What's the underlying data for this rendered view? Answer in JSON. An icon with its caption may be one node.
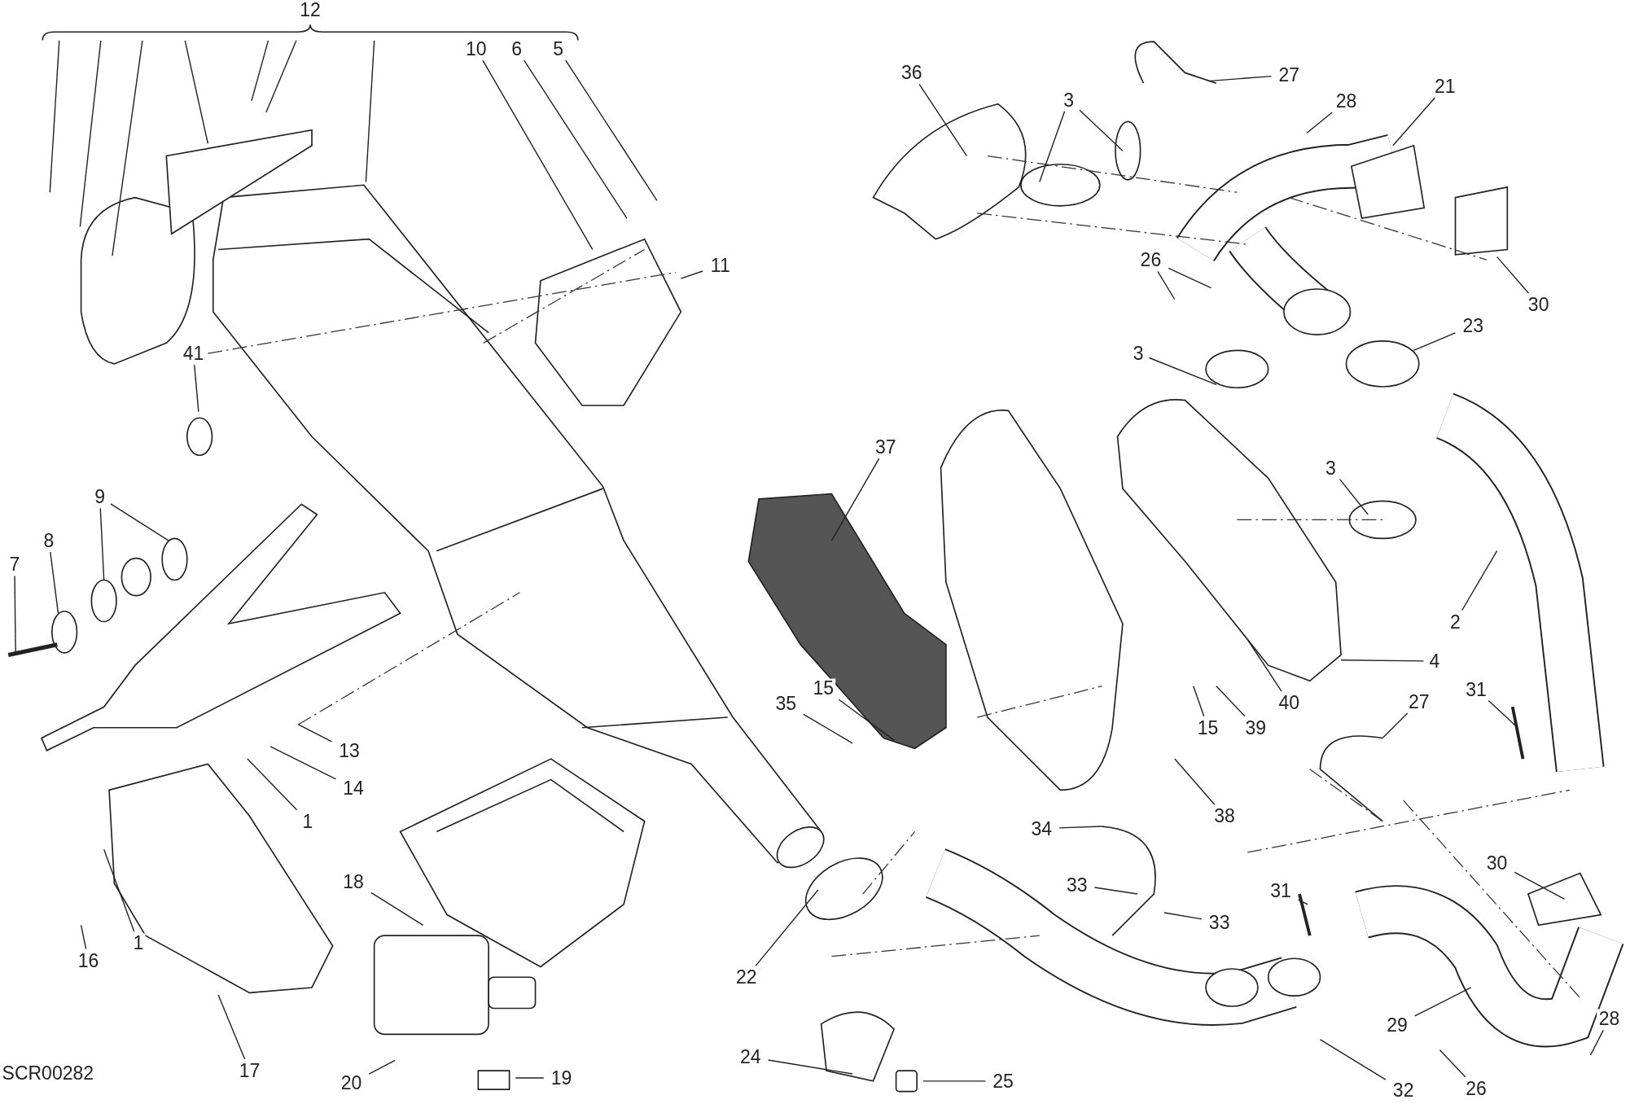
{
  "diagram": {
    "nodes": [
      {
        "text": [
          "12"
        ]
      },
      {
        "text": [
          "10"
        ]
      },
      {
        "text": [
          "6"
        ]
      },
      {
        "text": [
          "5"
        ]
      },
      {
        "text": [
          "11"
        ]
      },
      {
        "text": [
          "41"
        ]
      },
      {
        "text": [
          "9"
        ]
      },
      {
        "text": [
          "8"
        ]
      },
      {
        "text": [
          "7"
        ]
      },
      {
        "text": [
          "13"
        ]
      },
      {
        "text": [
          "14"
        ]
      },
      {
        "text": [
          "1"
        ]
      },
      {
        "text": [
          "1"
        ]
      },
      {
        "text": [
          "16"
        ]
      },
      {
        "text": [
          "17"
        ]
      },
      {
        "text": [
          "18"
        ]
      },
      {
        "text": [
          "20"
        ]
      },
      {
        "text": [
          "19"
        ]
      },
      {
        "text": [
          "22"
        ]
      },
      {
        "text": [
          "24"
        ]
      },
      {
        "text": [
          "25"
        ]
      },
      {
        "text": [
          "36"
        ]
      },
      {
        "text": [
          "3"
        ]
      },
      {
        "text": [
          "27"
        ]
      },
      {
        "text": [
          "28"
        ]
      },
      {
        "text": [
          "21"
        ]
      },
      {
        "text": [
          "30"
        ]
      },
      {
        "text": [
          "26"
        ]
      },
      {
        "text": [
          "23"
        ]
      },
      {
        "text": [
          "3"
        ]
      },
      {
        "text": [
          "3"
        ]
      },
      {
        "text": [
          "2"
        ]
      },
      {
        "text": [
          "4"
        ]
      },
      {
        "text": [
          "37"
        ]
      },
      {
        "text": [
          "15"
        ]
      },
      {
        "text": [
          "35"
        ]
      },
      {
        "text": [
          "15"
        ]
      },
      {
        "text": [
          "39"
        ]
      },
      {
        "text": [
          "40"
        ]
      },
      {
        "text": [
          "38"
        ]
      },
      {
        "text": [
          "27"
        ]
      },
      {
        "text": [
          "31"
        ]
      },
      {
        "text": [
          "34"
        ]
      },
      {
        "text": [
          "33"
        ]
      },
      {
        "text": [
          "33"
        ]
      },
      {
        "text": [
          "31"
        ]
      },
      {
        "text": [
          "30"
        ]
      },
      {
        "text": [
          "29"
        ]
      },
      {
        "text": [
          "28"
        ]
      },
      {
        "text": [
          "26"
        ]
      },
      {
        "text": [
          "32"
        ]
      }
    ],
    "edges": [
      {
        "from": 0,
        "to": null,
        "arrow": "none"
      },
      {
        "from": 0,
        "to": null,
        "arrow": "none"
      },
      {
        "from": 0,
        "to": null,
        "arrow": "none"
      },
      {
        "from": 0,
        "to": null,
        "arrow": "none"
      },
      {
        "from": 0,
        "to": null,
        "arrow": "none"
      },
      {
        "from": 0,
        "to": null,
        "arrow": "none"
      },
      {
        "from": 0,
        "to": null,
        "arrow": "none"
      },
      {
        "from": 1,
        "to": null,
        "arrow": "none"
      },
      {
        "from": 2,
        "to": null,
        "arrow": "none"
      },
      {
        "from": 3,
        "to": null,
        "arrow": "none"
      },
      {
        "from": 4,
        "to": null,
        "arrow": "none"
      },
      {
        "from": 5,
        "to": null,
        "arrow": "none"
      },
      {
        "from": 6,
        "to": null,
        "arrow": "none"
      },
      {
        "from": 6,
        "to": null,
        "arrow": "none"
      },
      {
        "from": 7,
        "to": null,
        "arrow": "none"
      },
      {
        "from": 8,
        "to": null,
        "arrow": "none"
      },
      {
        "from": 9,
        "to": null,
        "arrow": "none"
      },
      {
        "from": 10,
        "to": null,
        "arrow": "none"
      },
      {
        "from": 11,
        "to": null,
        "arrow": "none"
      },
      {
        "from": 12,
        "to": null,
        "arrow": "none"
      },
      {
        "from": 13,
        "to": null,
        "arrow": "none"
      },
      {
        "from": 14,
        "to": null,
        "arrow": "none"
      },
      {
        "from": 15,
        "to": null,
        "arrow": "none"
      },
      {
        "from": 16,
        "to": null,
        "arrow": "none"
      },
      {
        "from": 17,
        "to": null,
        "arrow": "none"
      },
      {
        "from": 18,
        "to": null,
        "arrow": "none"
      },
      {
        "from": 19,
        "to": null,
        "arrow": "none"
      },
      {
        "from": 20,
        "to": null,
        "arrow": "none"
      },
      {
        "from": 21,
        "to": null,
        "arrow": "none"
      },
      {
        "from": 22,
        "to": null,
        "arrow": "none"
      },
      {
        "from": 22,
        "to": null,
        "arrow": "none"
      },
      {
        "from": 23,
        "to": null,
        "arrow": "none"
      },
      {
        "from": 24,
        "to": null,
        "arrow": "none"
      },
      {
        "from": 25,
        "to": null,
        "arrow": "none"
      },
      {
        "from": 26,
        "to": null,
        "arrow": "none"
      },
      {
        "from": 27,
        "to": null,
        "arrow": "none"
      },
      {
        "from": 27,
        "to": null,
        "arrow": "none"
      },
      {
        "from": 28,
        "to": null,
        "arrow": "none"
      },
      {
        "from": 29,
        "to": null,
        "arrow": "none"
      },
      {
        "from": 30,
        "to": null,
        "arrow": "none"
      },
      {
        "from": 31,
        "to": null,
        "arrow": "none"
      },
      {
        "from": 32,
        "to": null,
        "arrow": "none"
      },
      {
        "from": 33,
        "to": null,
        "arrow": "none"
      },
      {
        "from": 34,
        "to": null,
        "arrow": "none"
      },
      {
        "from": 35,
        "to": null,
        "arrow": "none"
      },
      {
        "from": 36,
        "to": null,
        "arrow": "none"
      },
      {
        "from": 37,
        "to": null,
        "arrow": "none"
      },
      {
        "from": 38,
        "to": null,
        "arrow": "none"
      },
      {
        "from": 39,
        "to": null,
        "arrow": "none"
      },
      {
        "from": 40,
        "to": null,
        "arrow": "none"
      },
      {
        "from": 41,
        "to": null,
        "arrow": "none"
      },
      {
        "from": 42,
        "to": null,
        "arrow": "none"
      },
      {
        "from": 43,
        "to": null,
        "arrow": "none"
      },
      {
        "from": 44,
        "to": null,
        "arrow": "none"
      },
      {
        "from": 45,
        "to": null,
        "arrow": "none"
      },
      {
        "from": 46,
        "to": null,
        "arrow": "none"
      },
      {
        "from": 47,
        "to": null,
        "arrow": "none"
      },
      {
        "from": 48,
        "to": null,
        "arrow": "none"
      },
      {
        "from": 49,
        "to": null,
        "arrow": "none"
      },
      {
        "from": 50,
        "to": null,
        "arrow": "none"
      }
    ],
    "labels": [
      "SCR00282"
    ]
  }
}
